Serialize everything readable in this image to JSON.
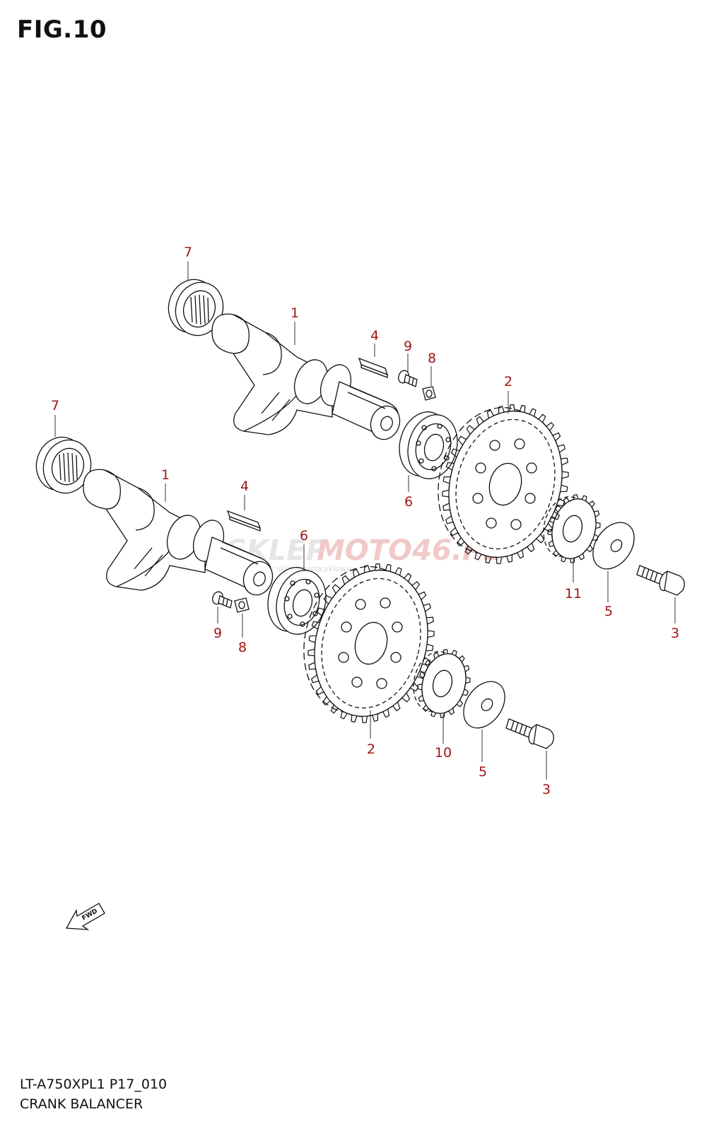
{
  "figure_title": "FIG.10",
  "model_code": "LT-A750XPL1 P17_010",
  "diagram_title": "CRANK BALANCER",
  "watermark": {
    "brand_part1": "SKLEP",
    "brand_part2": "MOTO46.PL",
    "tagline": "internetowy sklep motocyklowy"
  },
  "forward_arrow_label": "FWD",
  "callouts": {
    "upper_bearing_7": "7",
    "upper_shaft_1": "1",
    "upper_key_4": "4",
    "upper_bolt_9": "9",
    "upper_washer_8": "8",
    "upper_gear_2": "2",
    "upper_bearing_6": "6",
    "upper_gear_11": "11",
    "upper_washer_5": "5",
    "upper_bolt_3": "3",
    "lower_bearing_7": "7",
    "lower_shaft_1": "1",
    "lower_key_4": "4",
    "lower_bearing_6": "6",
    "lower_bolt_9": "9",
    "lower_washer_8": "8",
    "lower_gear_2": "2",
    "lower_gear_10": "10",
    "lower_washer_5": "5",
    "lower_bolt_3": "3"
  },
  "colors": {
    "callout": "#a11515",
    "line": "#111111",
    "watermark_red": "#f1c9c9"
  }
}
